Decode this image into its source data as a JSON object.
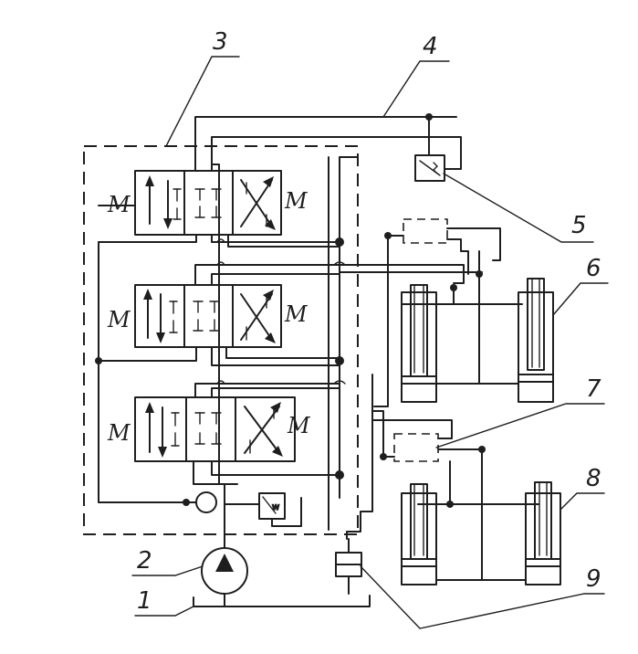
{
  "labels": {
    "n1": "1",
    "n2": "2",
    "n3": "3",
    "n4": "4",
    "n5": "5",
    "n6": "6",
    "n7": "7",
    "n8": "8",
    "n9": "9"
  },
  "spring_symbol": "M"
}
